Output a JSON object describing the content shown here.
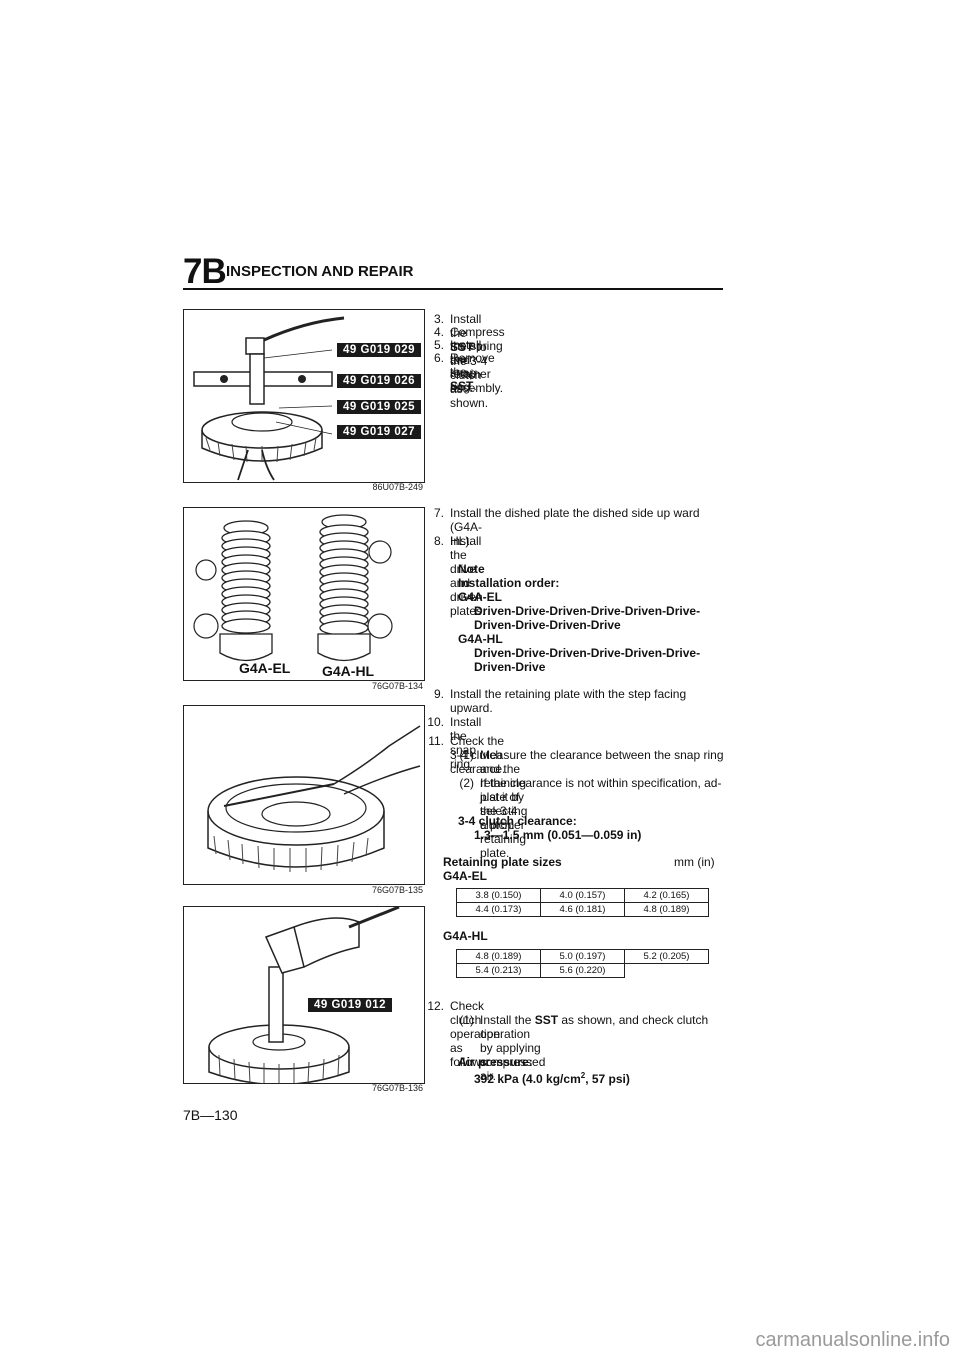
{
  "header": {
    "section": "7B",
    "title": "INSPECTION AND REPAIR"
  },
  "figures": [
    {
      "code": "86U07B-249",
      "labels": [
        "49 G019 029",
        "49 G019 026",
        "49 G019 025",
        "49 G019 027"
      ]
    },
    {
      "code": "76G07B-134",
      "captions": [
        "G4A-EL",
        "G4A-HL"
      ]
    },
    {
      "code": "76G07B-135"
    },
    {
      "code": "76G07B-136",
      "labels": [
        "49 G019 012"
      ]
    }
  ],
  "steps_a": [
    {
      "num": "3.",
      "pre": "Install the ",
      "bold": "SST",
      "post": " to the 3-4 clutch as shown."
    },
    {
      "num": "4.",
      "text": "Compress the spring and retainer assembly."
    },
    {
      "num": "5.",
      "text": "Install the snap ring."
    },
    {
      "num": "6.",
      "pre": "Remove the ",
      "bold": "SST",
      "post": "."
    }
  ],
  "steps_b": [
    {
      "num": "7.",
      "text": "Install the dished plate the dished side up ward",
      "text2": "(G4A-HL)."
    },
    {
      "num": "8.",
      "text": "Install the drive and driven plates."
    }
  ],
  "note": {
    "title": "Note",
    "subtitle": "Installation order:",
    "el_label": "G4A-EL",
    "el_line1": "Driven-Drive-Driven-Drive-Driven-Drive-",
    "el_line2": "Driven-Drive-Driven-Drive",
    "hl_label": "G4A-HL",
    "hl_line1": "Driven-Drive-Driven-Drive-Driven-Drive-",
    "hl_line2": "Driven-Drive"
  },
  "steps_c": [
    {
      "num": "9.",
      "text": "Install the retaining plate with the step facing",
      "text2": "upward."
    },
    {
      "num": "10.",
      "text": "Install the snap ring."
    },
    {
      "num": "11.",
      "text": "Check the 3-4 clutch clearance."
    }
  ],
  "sub_11": [
    {
      "num": "(1)",
      "text": "Measure the clearance between the snap ring",
      "text2": "and the retaining plate of the 3-4 clutch."
    },
    {
      "num": "(2)",
      "text": "If the clearance is not within specification, ad-",
      "text2": "just it by selecting a proper retaining plate."
    }
  ],
  "clearance": {
    "label": "3-4 clutch clearance:",
    "value": "1.3—1.5 mm (0.051—0.059 in)"
  },
  "plate_sizes": {
    "title": "Retaining plate sizes",
    "unit": "mm (in)",
    "el_label": "G4A-EL",
    "el_rows": [
      [
        "3.8 (0.150)",
        "4.0 (0.157)",
        "4.2 (0.165)"
      ],
      [
        "4.4 (0.173)",
        "4.6 (0.181)",
        "4.8 (0.189)"
      ]
    ],
    "hl_label": "G4A-HL",
    "hl_rows": [
      [
        "4.8 (0.189)",
        "5.0 (0.197)",
        "5.2 (0.205)"
      ],
      [
        "5.4 (0.213)",
        "5.6 (0.220)",
        ""
      ]
    ]
  },
  "step_12": {
    "num": "12.",
    "text": "Check clutch operation as follows:"
  },
  "sub_12": {
    "num": "(1)",
    "pre": "Install the ",
    "bold": "SST",
    "post": " as shown, and check clutch",
    "text2": "operation by applying compressed air."
  },
  "air": {
    "label": "Air pressure:",
    "value_pre": "392 kPa (4.0 kg/cm",
    "sup": "2",
    "value_post": ", 57 psi)"
  },
  "footer": {
    "page": "7B—130"
  },
  "watermark": "carmanualsonline.info"
}
